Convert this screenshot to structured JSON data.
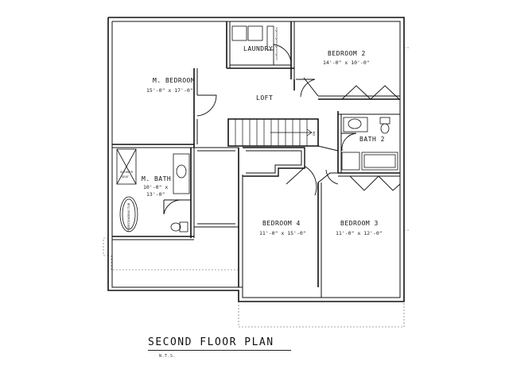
{
  "title": "SECOND FLOOR PLAN",
  "scale_note": "N.T.S.",
  "rooms": {
    "master_bedroom": {
      "name": "M. BEDROOM",
      "dims": "15'-0\" x 17'-0\""
    },
    "laundry": {
      "name": "LAUNDRY"
    },
    "bedroom2": {
      "name": "BEDROOM 2",
      "dims": "14'-0\" x 10'-0\""
    },
    "loft": {
      "name": "LOFT"
    },
    "bath2": {
      "name": "BATH 2"
    },
    "master_bath": {
      "name": "M. BATH",
      "dims_line1": "10'-0\" x",
      "dims_line2": "13'-0\""
    },
    "bedroom4": {
      "name": "BEDROOM 4",
      "dims": "11'-0\" x 15'-0\""
    },
    "bedroom3": {
      "name": "BEDROOM 3",
      "dims": "11'-0\" x 12'-0\""
    }
  },
  "fixtures": {
    "tub": "FREESTANDING TUB",
    "shower": "SHOWER",
    "seat": "SEAT",
    "stair_dn": "DN"
  }
}
